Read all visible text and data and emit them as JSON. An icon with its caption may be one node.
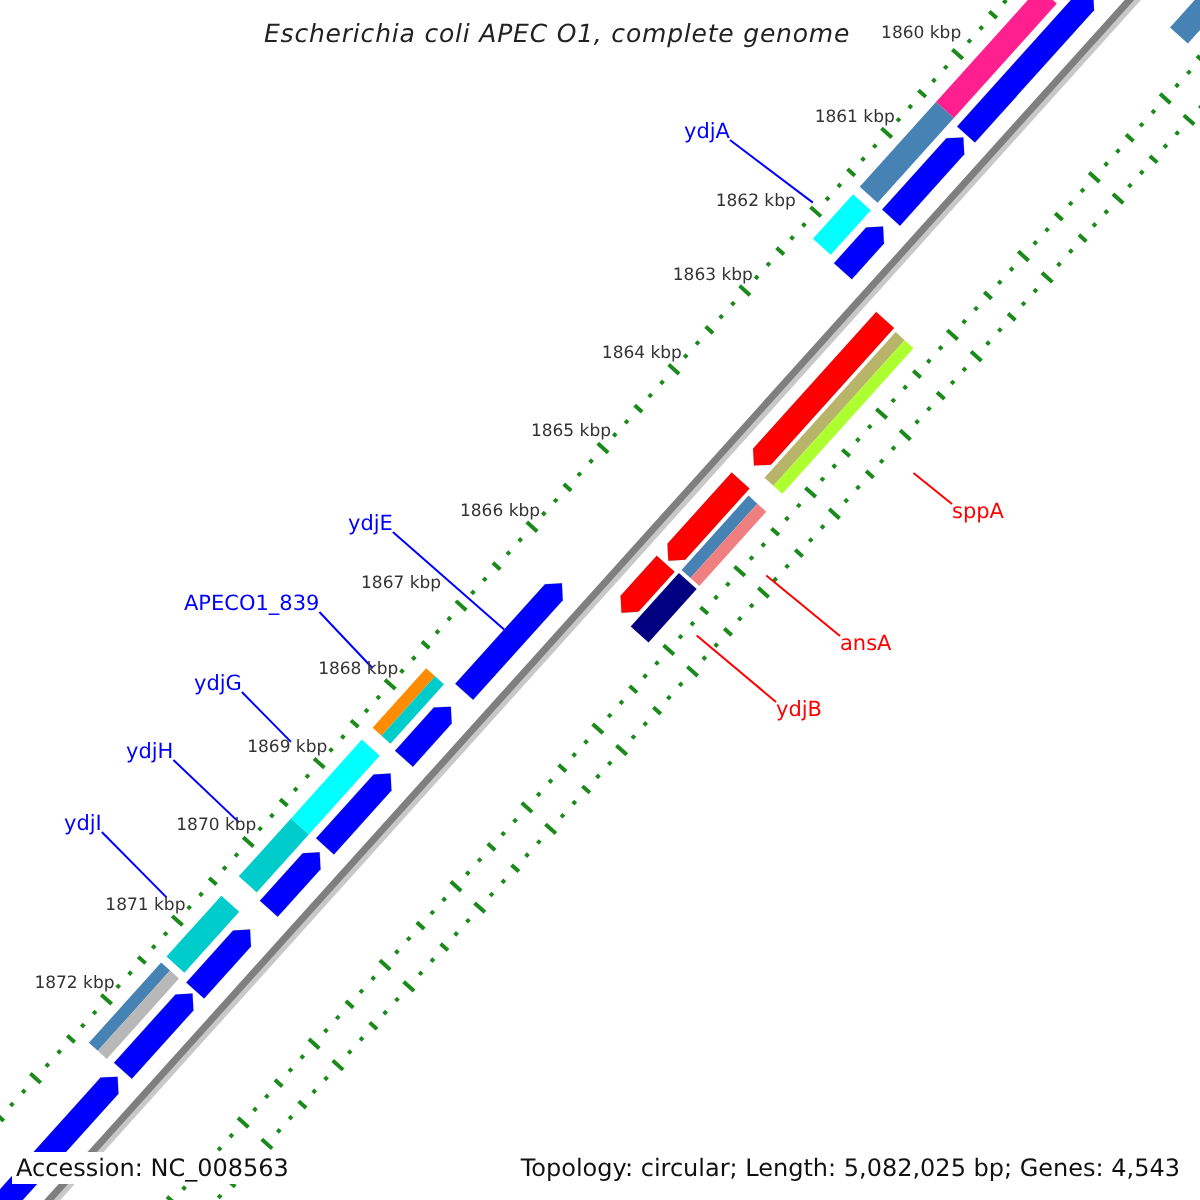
{
  "diagram": {
    "title": "Escherichia coli APEC O1, complete genome",
    "nodes": [
      {
        "text": [
          "ydjA"
        ]
      },
      {
        "text": [
          "sppA"
        ]
      },
      {
        "text": [
          "ydjE"
        ]
      },
      {
        "text": [
          "ansA"
        ]
      },
      {
        "text": [
          "APECO1_839"
        ]
      },
      {
        "text": [
          "ydjB"
        ]
      },
      {
        "text": [
          "ydjG"
        ]
      },
      {
        "text": [
          "ydjH"
        ]
      },
      {
        "text": [
          "ydjI"
        ]
      },
      {
        "text": [],
        "shape": "bar"
      },
      {
        "text": [],
        "shape": "arrow"
      },
      {
        "text": [],
        "shape": "bar"
      },
      {
        "text": [],
        "shape": "bar"
      },
      {
        "text": [],
        "shape": "arrow"
      },
      {
        "text": [],
        "shape": "bar"
      },
      {
        "text": [],
        "shape": "arrow"
      },
      {
        "text": [],
        "shape": "arrow"
      },
      {
        "text": [],
        "shape": "bar"
      },
      {
        "text": [],
        "shape": "arrow"
      },
      {
        "text": [],
        "shape": "bar"
      },
      {
        "text": [],
        "shape": "arrow"
      },
      {
        "text": [],
        "shape": "bar"
      },
      {
        "text": [],
        "shape": "arrow"
      },
      {
        "text": [],
        "shape": "bar"
      },
      {
        "text": [],
        "shape": "arrow"
      },
      {
        "text": [],
        "shape": "bar"
      },
      {
        "text": [],
        "shape": "arrow"
      },
      {
        "text": [],
        "shape": "bar"
      },
      {
        "text": [],
        "shape": "arrow"
      },
      {
        "text": [],
        "shape": "bar"
      },
      {
        "text": [],
        "shape": "arrow"
      },
      {
        "text": [],
        "shape": "bar"
      },
      {
        "text": [],
        "shape": "arrow"
      },
      {
        "text": [],
        "shape": "arrow"
      }
    ],
    "edges": [
      {
        "from": 0,
        "to": 14,
        "arrow": "none"
      },
      {
        "from": 1,
        "to": 17,
        "arrow": "none",
        "color": "#ff0000"
      },
      {
        "from": 3,
        "to": 19,
        "arrow": "none",
        "color": "#ff0000"
      },
      {
        "from": 5,
        "to": 21,
        "arrow": "none",
        "color": "#ff0000"
      },
      {
        "from": 2,
        "to": 22,
        "arrow": "none"
      },
      {
        "from": 4,
        "to": 23,
        "arrow": "none"
      },
      {
        "from": 6,
        "to": 25,
        "arrow": "none"
      },
      {
        "from": 7,
        "to": 27,
        "arrow": "none"
      },
      {
        "from": 8,
        "to": 29,
        "arrow": "none"
      }
    ],
    "labels": [
      "1860 kbp",
      "1861 kbp",
      "1862 kbp",
      "1863 kbp",
      "1864 kbp",
      "1865 kbp",
      "1866 kbp",
      "1867 kbp",
      "1868 kbp",
      "1869 kbp",
      "1870 kbp",
      "1871 kbp",
      "1872 kbp",
      "Accession: NC_008563",
      "Topology: circular; Length: 5,082,025 bp; Genes: 4,543"
    ]
  }
}
